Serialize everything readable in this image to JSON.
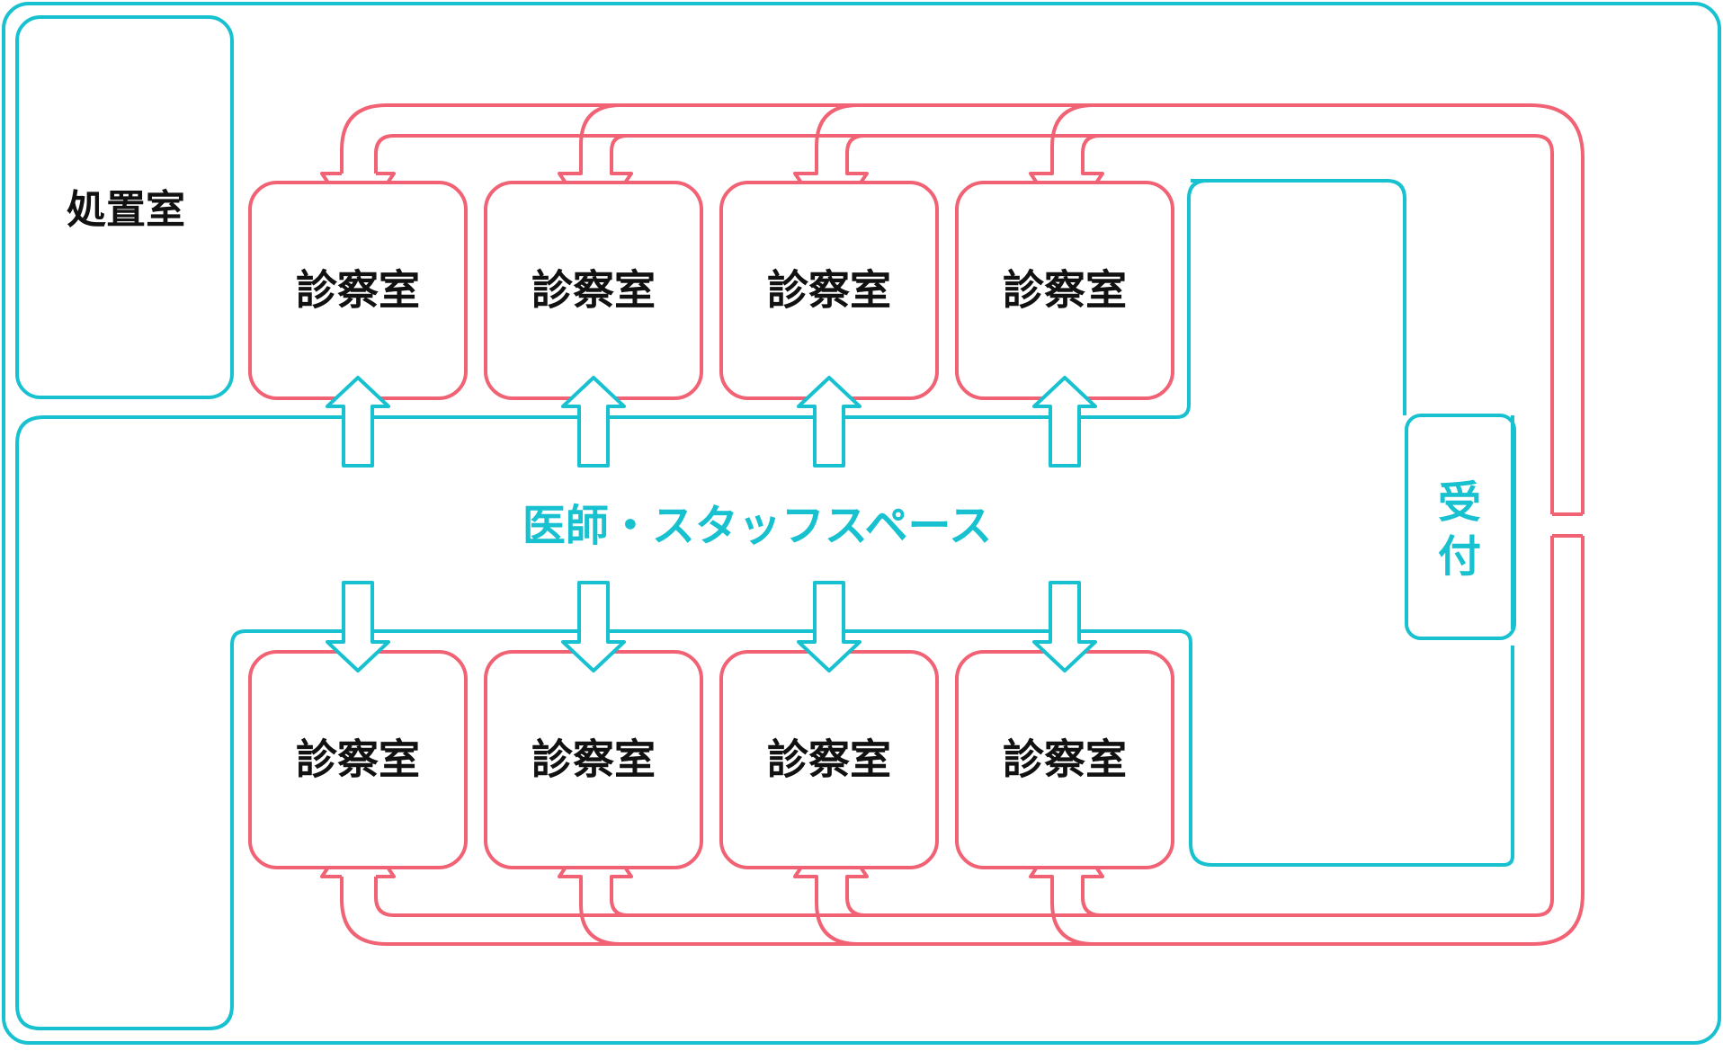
{
  "colors": {
    "teal": "#17c1cf",
    "pink": "#f06274",
    "text_dark": "#111111",
    "background": "#ffffff"
  },
  "rooms": {
    "treatment": "処置室",
    "exam_top": [
      "診察室",
      "診察室",
      "診察室",
      "診察室"
    ],
    "exam_bottom": [
      "診察室",
      "診察室",
      "診察室",
      "診察室"
    ],
    "reception_chars": [
      "受",
      "付"
    ]
  },
  "staff_space_label": "医師・スタッフスペース"
}
